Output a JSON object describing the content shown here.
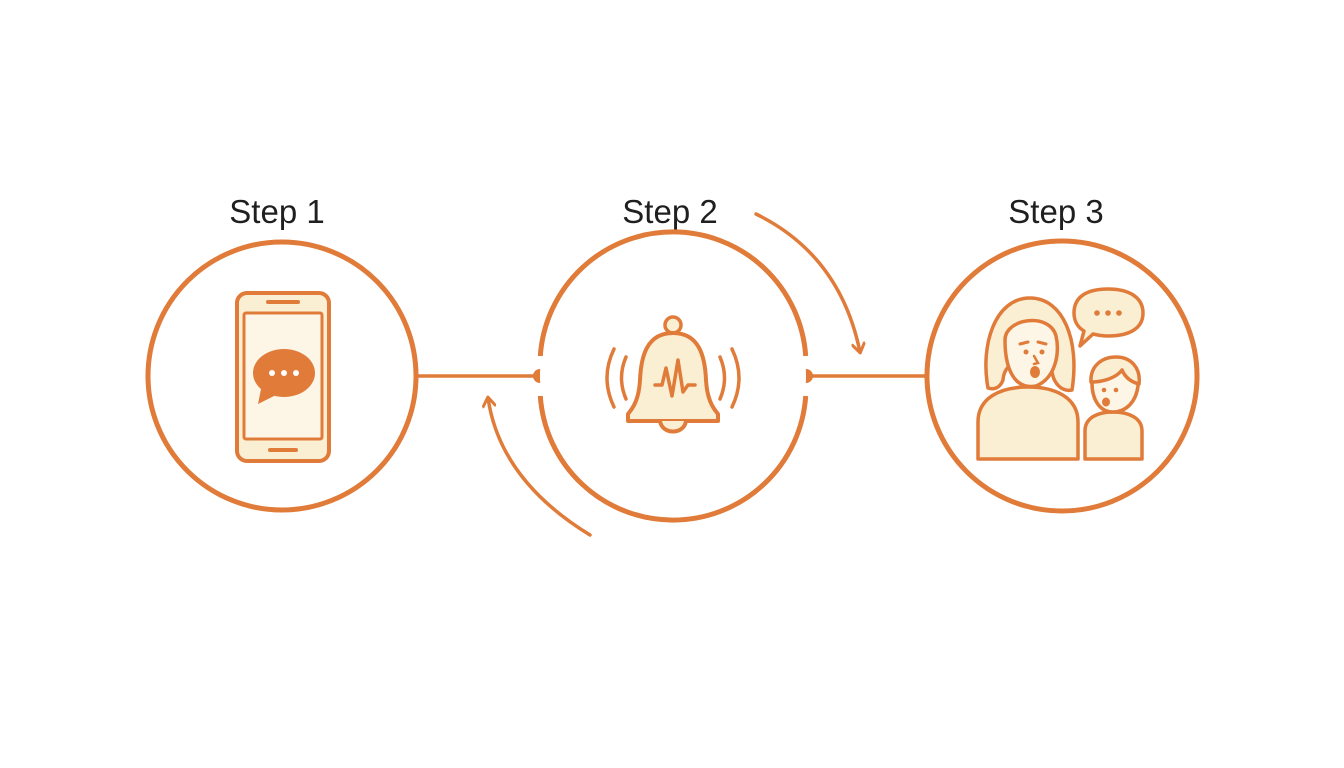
{
  "steps": [
    {
      "label": "Step 1",
      "icon": "phone-chat-icon"
    },
    {
      "label": "Step 2",
      "icon": "bell-alert-icon"
    },
    {
      "label": "Step 3",
      "icon": "parent-child-talking-icon"
    }
  ],
  "colors": {
    "accent": "#E07B39",
    "fill": "#FBEFD3",
    "text": "#1F1F1F",
    "background": "#FFFFFF"
  }
}
